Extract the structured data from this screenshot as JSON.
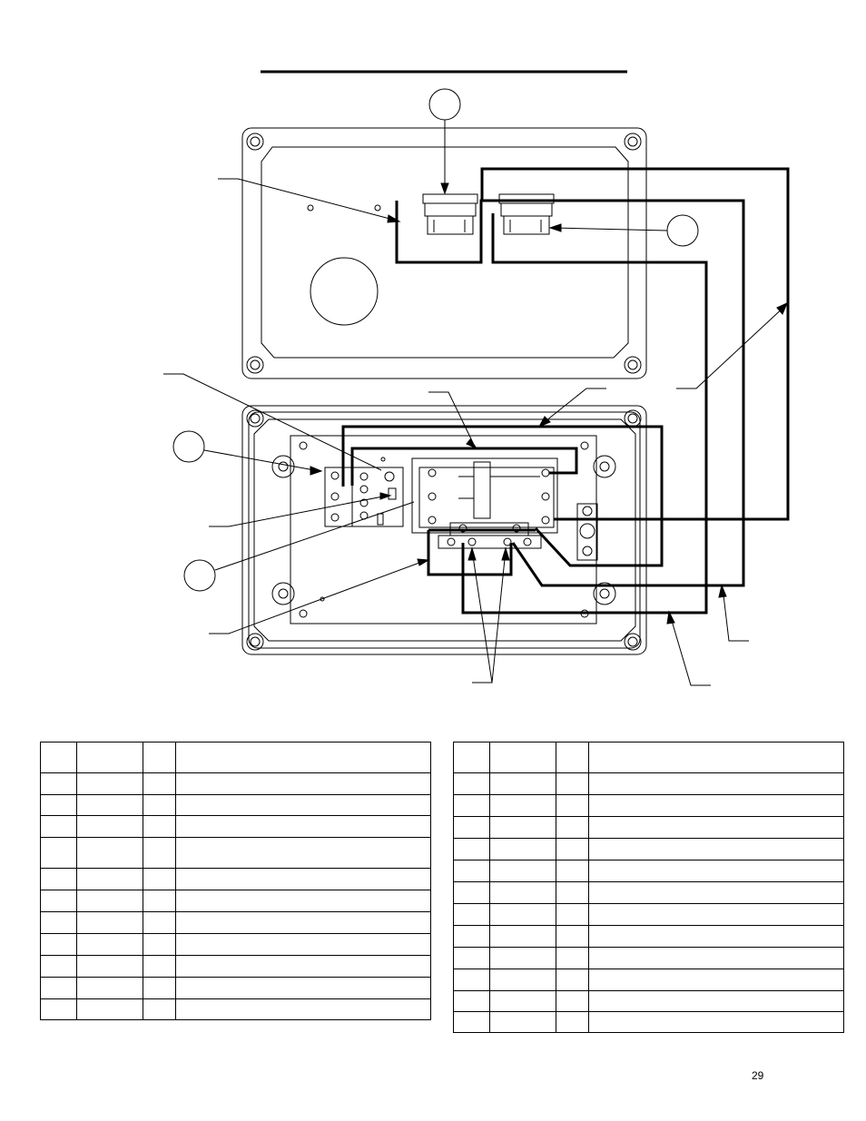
{
  "page": {
    "number": "29"
  },
  "tables": {
    "left": {
      "rows": 12
    },
    "right": {
      "rows": 13
    }
  }
}
